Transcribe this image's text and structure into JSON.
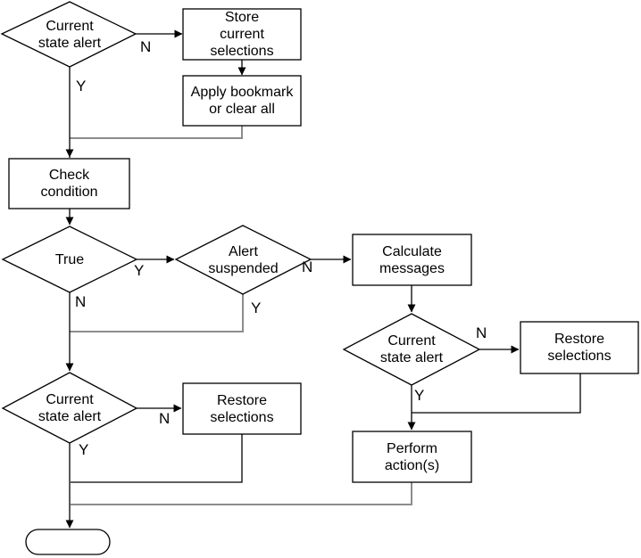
{
  "diagram": {
    "type": "flowchart",
    "background": "#ffffff",
    "colors": {
      "line": "#000000",
      "elbow_connector": "#8c8c8c",
      "shape_fill": "#ffffff",
      "text": "#000000"
    },
    "nodes": {
      "start_decision": {
        "type": "decision",
        "label": "Current\nstate alert"
      },
      "store_selections": {
        "type": "process",
        "label": "Store\ncurrent\nselections"
      },
      "apply_bookmark": {
        "type": "process",
        "label": "Apply bookmark\nor clear all"
      },
      "check_condition": {
        "type": "process",
        "label": "Check\ncondition"
      },
      "true_decision": {
        "type": "decision",
        "label": "True"
      },
      "alert_suspended": {
        "type": "decision",
        "label": "Alert\nsuspended"
      },
      "calculate_messages": {
        "type": "process",
        "label": "Calculate\nmessages"
      },
      "current_state_mid": {
        "type": "decision",
        "label": "Current\nstate alert"
      },
      "restore_selections_right": {
        "type": "process",
        "label": "Restore\nselections"
      },
      "perform_actions": {
        "type": "process",
        "label": "Perform\naction(s)"
      },
      "current_state_bottom": {
        "type": "decision",
        "label": "Current\nstate alert"
      },
      "restore_selections_left": {
        "type": "process",
        "label": "Restore\nselections"
      },
      "end_terminator": {
        "type": "terminator",
        "label": ""
      }
    },
    "edge_labels": {
      "start_no": "N",
      "start_yes": "Y",
      "true_yes": "Y",
      "true_no": "N",
      "suspended_no": "N",
      "suspended_yes": "Y",
      "mid_no": "N",
      "mid_yes": "Y",
      "bottom_no": "N",
      "bottom_yes": "Y"
    }
  }
}
